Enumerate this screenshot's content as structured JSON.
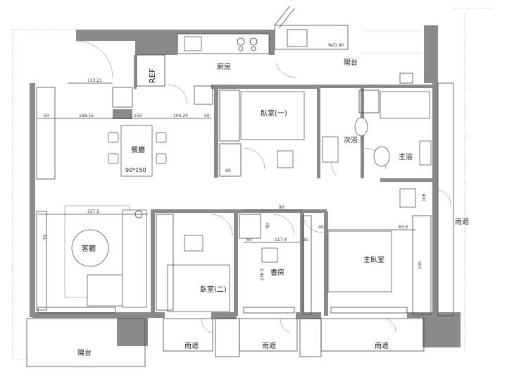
{
  "rooms": {
    "kitchen": "廚房",
    "dining": "餐廳",
    "living": "客廳",
    "bedroom1": "臥室(一)",
    "bedroom2": "臥室(二)",
    "study": "書房",
    "master_bedroom": "主臥室",
    "guest_bath": "次浴",
    "master_bath": "主浴",
    "balcony_top": "陽台",
    "balcony_bottom": "陽台",
    "rain_shelter_1": "雨遮",
    "rain_shelter_2": "雨遮",
    "rain_shelter_3": "雨遮",
    "rain_shelter_right": "雨遮"
  },
  "labels": {
    "fridge": "REF",
    "table_size": "90*150",
    "tv": "TV",
    "top_small_note": "W/D 90"
  },
  "dimensions": {
    "d_113": "113.21",
    "d_50a": "50",
    "d_168": "168.16",
    "d_150": "150",
    "d_104": "104.24",
    "d_50b": "50",
    "d_60a": "60",
    "d_337": "337.5",
    "d_90a": "90",
    "d_90b": "90",
    "d_60b": "60",
    "d_117": "117.4",
    "d_35": "35",
    "d_40": "40",
    "d_83": "83.6",
    "d_106": "106",
    "d_238": "238.5",
    "d_150b": "150"
  }
}
